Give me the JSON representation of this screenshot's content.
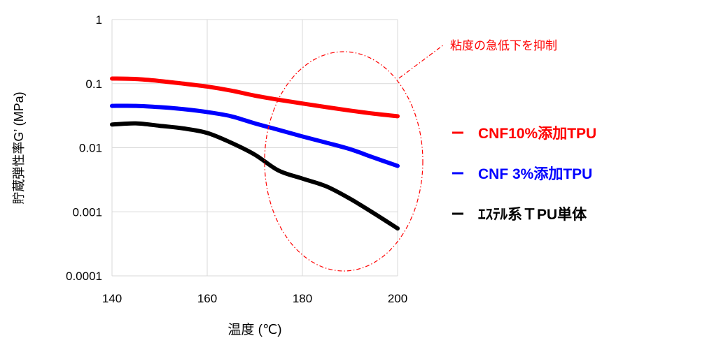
{
  "chart_data": {
    "type": "line",
    "xlabel": "温度 (℃)",
    "ylabel": "貯蔵弾性率G’ (MPa)",
    "xlim": [
      140,
      200
    ],
    "ylim": [
      0.0001,
      1
    ],
    "yscale": "log",
    "grid": true,
    "x_ticks": [
      "140",
      "160",
      "180",
      "200"
    ],
    "y_ticks": [
      "1",
      "0.1",
      "0.01",
      "0.001",
      "0.0001"
    ],
    "x": [
      140,
      145,
      150,
      155,
      160,
      165,
      170,
      175,
      180,
      185,
      190,
      195,
      200
    ],
    "series": [
      {
        "name": "CNF10%添加TPU",
        "color": "#ff0000",
        "values": [
          0.12,
          0.118,
          0.11,
          0.1,
          0.09,
          0.078,
          0.065,
          0.056,
          0.049,
          0.043,
          0.038,
          0.034,
          0.031
        ]
      },
      {
        "name": "CNF 3%添加TPU",
        "color": "#0000ff",
        "values": [
          0.045,
          0.045,
          0.043,
          0.04,
          0.036,
          0.031,
          0.024,
          0.019,
          0.015,
          0.012,
          0.0095,
          0.007,
          0.0052
        ]
      },
      {
        "name": "ｴｽﾃﾙ系ＴPU単体",
        "color": "#000000",
        "values": [
          0.023,
          0.024,
          0.022,
          0.02,
          0.017,
          0.012,
          0.0078,
          0.0044,
          0.0033,
          0.0025,
          0.0016,
          0.00095,
          0.00055
        ]
      }
    ],
    "legend_position": "right",
    "annotation": "粘度の急低下を抑制"
  }
}
